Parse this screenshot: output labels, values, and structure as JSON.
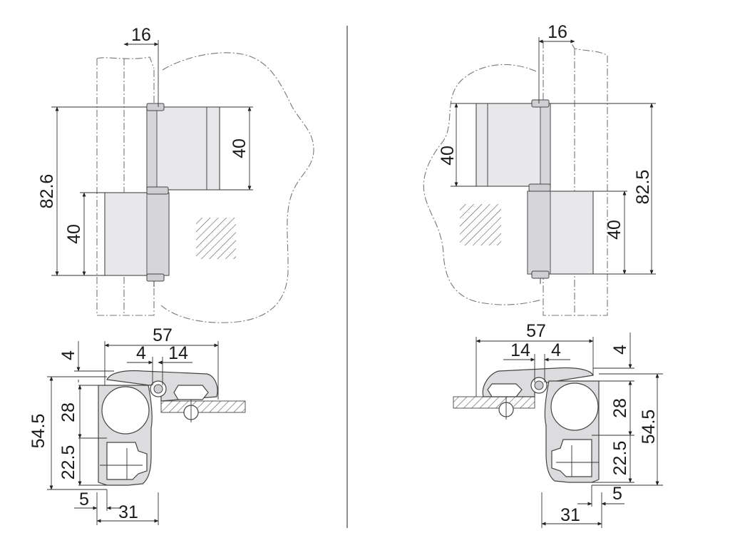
{
  "left_view": {
    "front_dims": {
      "leaf_offset": "16",
      "total_height": "82.6",
      "upper_leaf": "40",
      "lower_leaf": "40"
    },
    "section_dims": {
      "overall_width": "57",
      "gap_top": "4",
      "pin_offset": "4",
      "leaf_width": "14",
      "frame_depth": "28",
      "overall_depth": "54.5",
      "lower_depth": "22.5",
      "small_offset": "5",
      "frame_width": "31"
    }
  },
  "right_view": {
    "front_dims": {
      "leaf_offset": "16",
      "total_height": "82.5",
      "upper_leaf": "40",
      "lower_leaf": "40"
    },
    "section_dims": {
      "overall_width": "57",
      "gap_top": "4",
      "pin_offset": "4",
      "leaf_width": "14",
      "frame_depth": "28",
      "overall_depth": "54.5",
      "lower_depth": "22.5",
      "small_offset": "5",
      "frame_width": "31"
    }
  }
}
